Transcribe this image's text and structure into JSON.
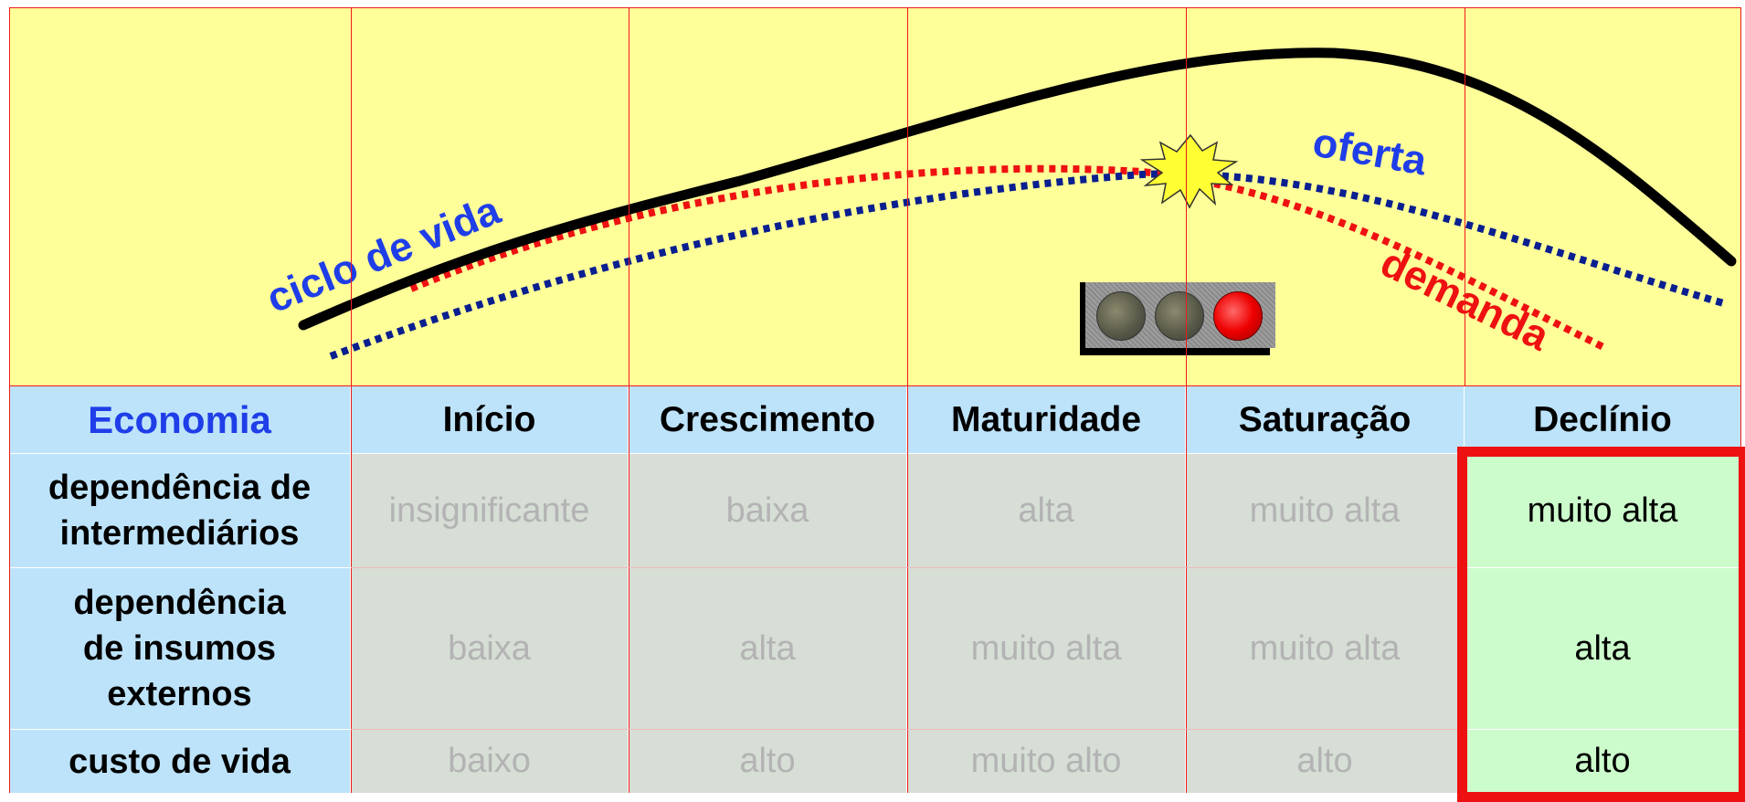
{
  "diagram": {
    "curve_labels": {
      "life_cycle": "ciclo de vida",
      "supply": "oferta",
      "demand": "demanda"
    },
    "colors": {
      "life_cycle": "#000000",
      "supply": "#0a1f8f",
      "demand": "#ee1111",
      "label_blue": "#1f3ee8",
      "chart_bg": "#ffff99",
      "header_bg": "#bde3fa",
      "highlight_bg": "#ccfccc"
    },
    "traffic_light": {
      "active_lamp": "red"
    },
    "burst_icon": "yellow-explosion-star"
  },
  "table": {
    "header_label": "Economia",
    "stages": [
      "Início",
      "Crescimento",
      "Maturidade",
      "Saturação",
      "Declínio"
    ],
    "highlighted_stage": "Declínio",
    "rows": [
      {
        "label": "dependência de\nintermediários",
        "values": [
          "insignificante",
          "baixa",
          "alta",
          "muito alta",
          "muito alta"
        ]
      },
      {
        "label": "dependência\nde insumos\nexternos",
        "values": [
          "baixa",
          "alta",
          "muito alta",
          "muito alta",
          "alta"
        ]
      },
      {
        "label": "custo de vida",
        "values": [
          "baixo",
          "alto",
          "muito alto",
          "alto",
          "alto"
        ]
      }
    ]
  }
}
